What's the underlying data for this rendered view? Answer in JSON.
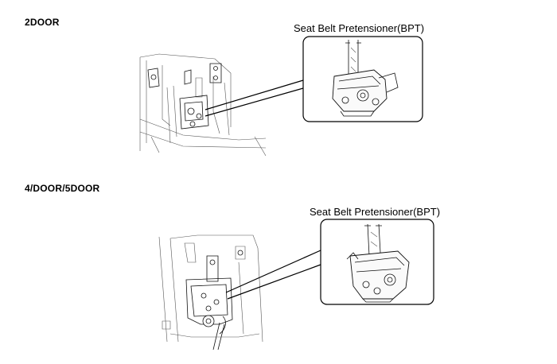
{
  "sections": [
    {
      "heading": "2DOOR",
      "callout": "Seat Belt Pretensioner(BPT)"
    },
    {
      "heading": "4/DOOR/5DOOR",
      "callout": "Seat Belt Pretensioner(BPT)"
    }
  ]
}
